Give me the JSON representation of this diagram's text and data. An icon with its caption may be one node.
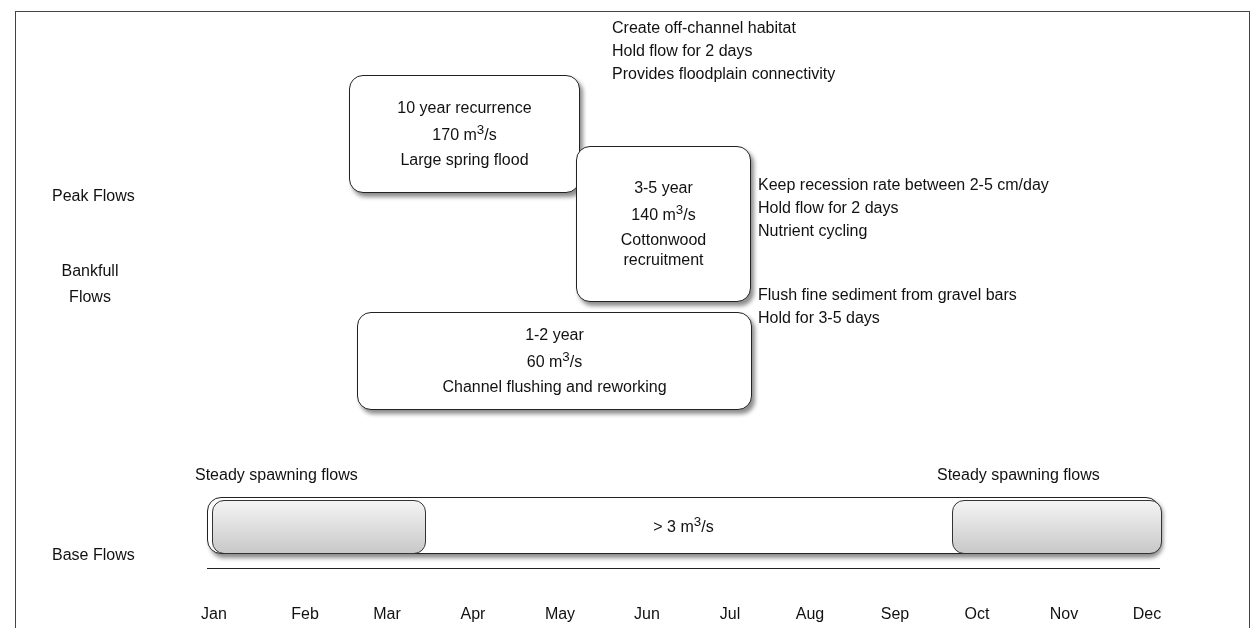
{
  "diagram": {
    "nodes": [
      {
        "text": [
          "10 year recurrence",
          "170 m$^{3}$/s",
          "Large spring flood"
        ],
        "beside": [
          "Create off-channel habitat",
          "Hold flow for 2 days",
          "Provides floodplain connectivity"
        ]
      },
      {
        "text": [
          "3-5 year",
          "140 m$^{3}$/s",
          "Cottonwood recruitment"
        ],
        "beside": [
          "Keep recession rate between 2-5 cm/day",
          "Hold flow for 2 days",
          "Nutrient cycling"
        ]
      },
      {
        "text": [
          "1-2 year",
          "60 m$^{3}$/s",
          "Channel flushing and reworking"
        ],
        "beside": [
          "Flush fine sediment from gravel bars",
          "Hold for 3-5 days"
        ]
      },
      {
        "text": [
          "> 3 m$^{3}$/s"
        ]
      },
      {
        "text": [],
        "shape": "box",
        "in": 3,
        "beside": [
          "Steady spawning flows"
        ]
      },
      {
        "text": [],
        "shape": "box",
        "in": 3,
        "beside": [
          "Steady spawning flows"
        ]
      }
    ],
    "edges": [],
    "labels": [
      "Peak Flows",
      "Bankfull Flows",
      "Base Flows",
      "Jan",
      "Feb",
      "Mar",
      "Apr",
      "May",
      "Jun",
      "Jul",
      "Aug",
      "Sep",
      "Oct",
      "Nov",
      "Dec"
    ]
  }
}
